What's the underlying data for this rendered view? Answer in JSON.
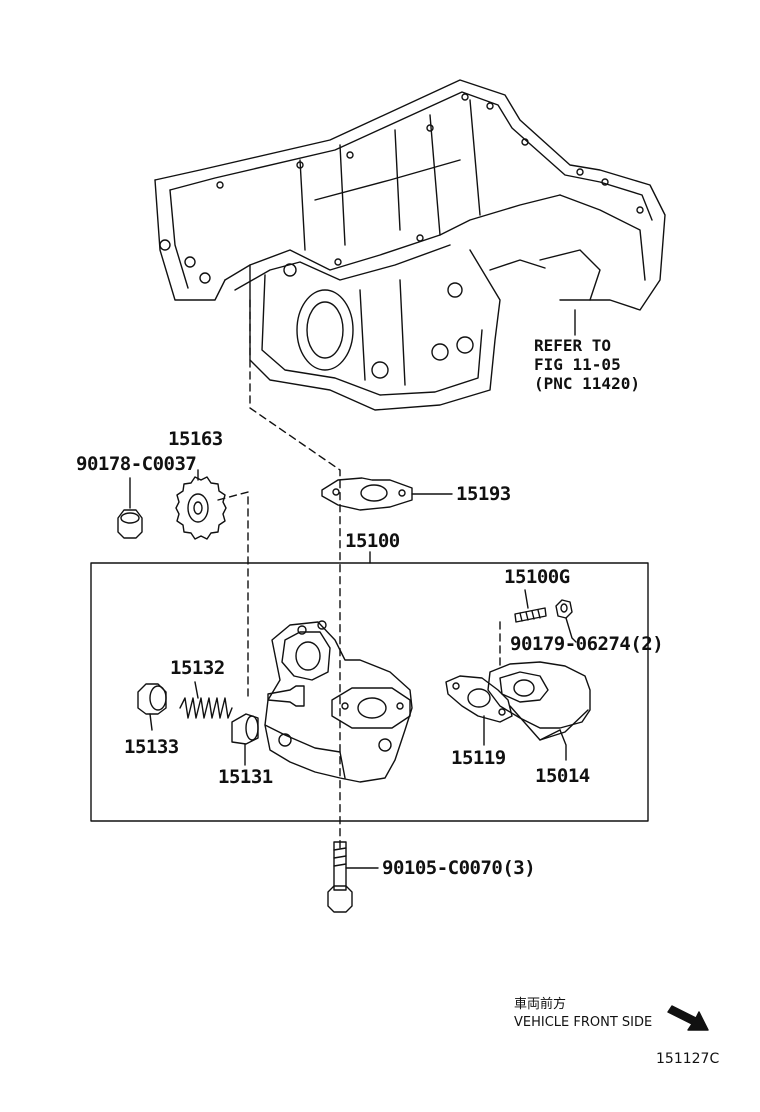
{
  "refer_note": {
    "line1": "REFER TO",
    "line2": "FIG 11-05",
    "line3": "(PNC 11420)"
  },
  "parts": {
    "p15163": "15163",
    "p90178": "90178-C0037",
    "p15193": "15193",
    "p15100": "15100",
    "p15100G": "15100G",
    "p90179": "90179-06274(2)",
    "p15132": "15132",
    "p15133": "15133",
    "p15131": "15131",
    "p15119": "15119",
    "p15014": "15014",
    "p90105": "90105-C0070(3)"
  },
  "direction": {
    "jp": "車両前方",
    "en": "VEHICLE FRONT SIDE"
  },
  "diagram_code": "151127C",
  "colors": {
    "line": "#111111",
    "background": "#ffffff"
  }
}
